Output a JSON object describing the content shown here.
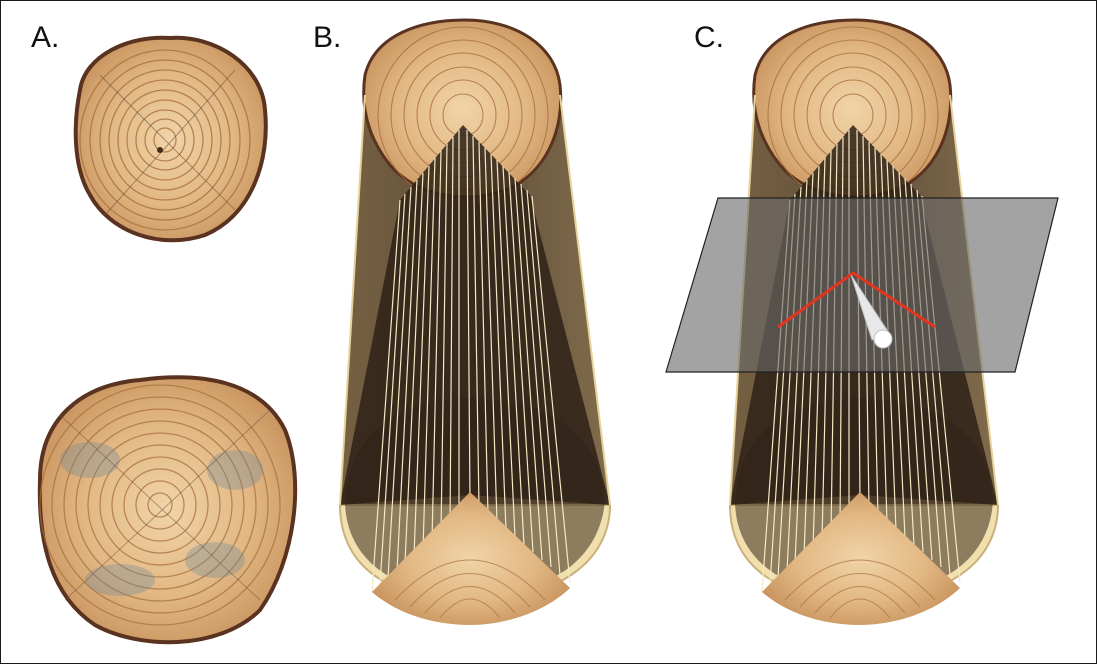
{
  "figure": {
    "panels": [
      {
        "label": "A."
      },
      {
        "label": "B."
      },
      {
        "label": "C."
      }
    ],
    "colors": {
      "wood_light": "#e6c08f",
      "wood_mid": "#d8a870",
      "ring": "#a8703c",
      "bark": "#5a3220",
      "blue_stain": "#6f8a9c",
      "cylinder": "#5e4a33",
      "cut_face": "#3a2a1c",
      "line": "#f5e9c4",
      "plane": "#6b6b6b",
      "red_path": "#e2341e"
    }
  }
}
